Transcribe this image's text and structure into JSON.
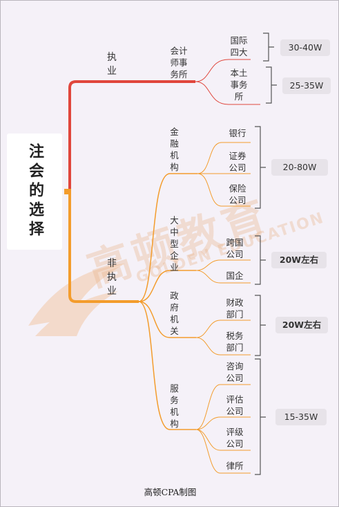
{
  "root": {
    "label": "注会的选择"
  },
  "branches": [
    {
      "label": "执业",
      "color": "#e0463c",
      "groups": [
        {
          "label": "会计师事务所",
          "items": [
            {
              "label": "国际四大",
              "lines": [
                "国际",
                "四大"
              ]
            },
            {
              "label": "本土事务所",
              "lines": [
                "本土",
                "事务",
                "所"
              ]
            }
          ],
          "salaries": [
            "30-40W",
            "25-35W"
          ]
        }
      ]
    },
    {
      "label": "非执业",
      "color": "#f39c2c",
      "groups": [
        {
          "label": "金融机构",
          "items": [
            {
              "label": "银行",
              "lines": [
                "银行"
              ]
            },
            {
              "label": "证券公司",
              "lines": [
                "证券",
                "公司"
              ]
            },
            {
              "label": "保险公司",
              "lines": [
                "保险",
                "公司"
              ]
            }
          ],
          "salaries": [
            "20-80W"
          ]
        },
        {
          "label": "大中型企业",
          "items": [
            {
              "label": "跨国公司",
              "lines": [
                "跨国",
                "公司"
              ]
            },
            {
              "label": "国企",
              "lines": [
                "国企"
              ]
            }
          ],
          "salaries": [
            "20W左右"
          ]
        },
        {
          "label": "政府机关",
          "items": [
            {
              "label": "财政部门",
              "lines": [
                "财政",
                "部门"
              ]
            },
            {
              "label": "税务部门",
              "lines": [
                "税务",
                "部门"
              ]
            }
          ],
          "salaries": [
            "20W左右"
          ]
        },
        {
          "label": "服务机构",
          "items": [
            {
              "label": "咨询公司",
              "lines": [
                "咨询",
                "公司"
              ]
            },
            {
              "label": "评估公司",
              "lines": [
                "评估",
                "公司"
              ]
            },
            {
              "label": "评级公司",
              "lines": [
                "评级",
                "公司"
              ]
            },
            {
              "label": "律所",
              "lines": [
                "律所"
              ]
            }
          ],
          "salaries": [
            "15-35W"
          ]
        }
      ]
    }
  ],
  "watermark": {
    "text": "高顿教育",
    "sub": "GOLDEN EDUCATION"
  },
  "caption": "高顿CPA制图",
  "colors": {
    "exec": "#e0463c",
    "nonexec": "#f39c2c",
    "bracket": "#555555",
    "badge_bg": "#e7e3e9"
  }
}
